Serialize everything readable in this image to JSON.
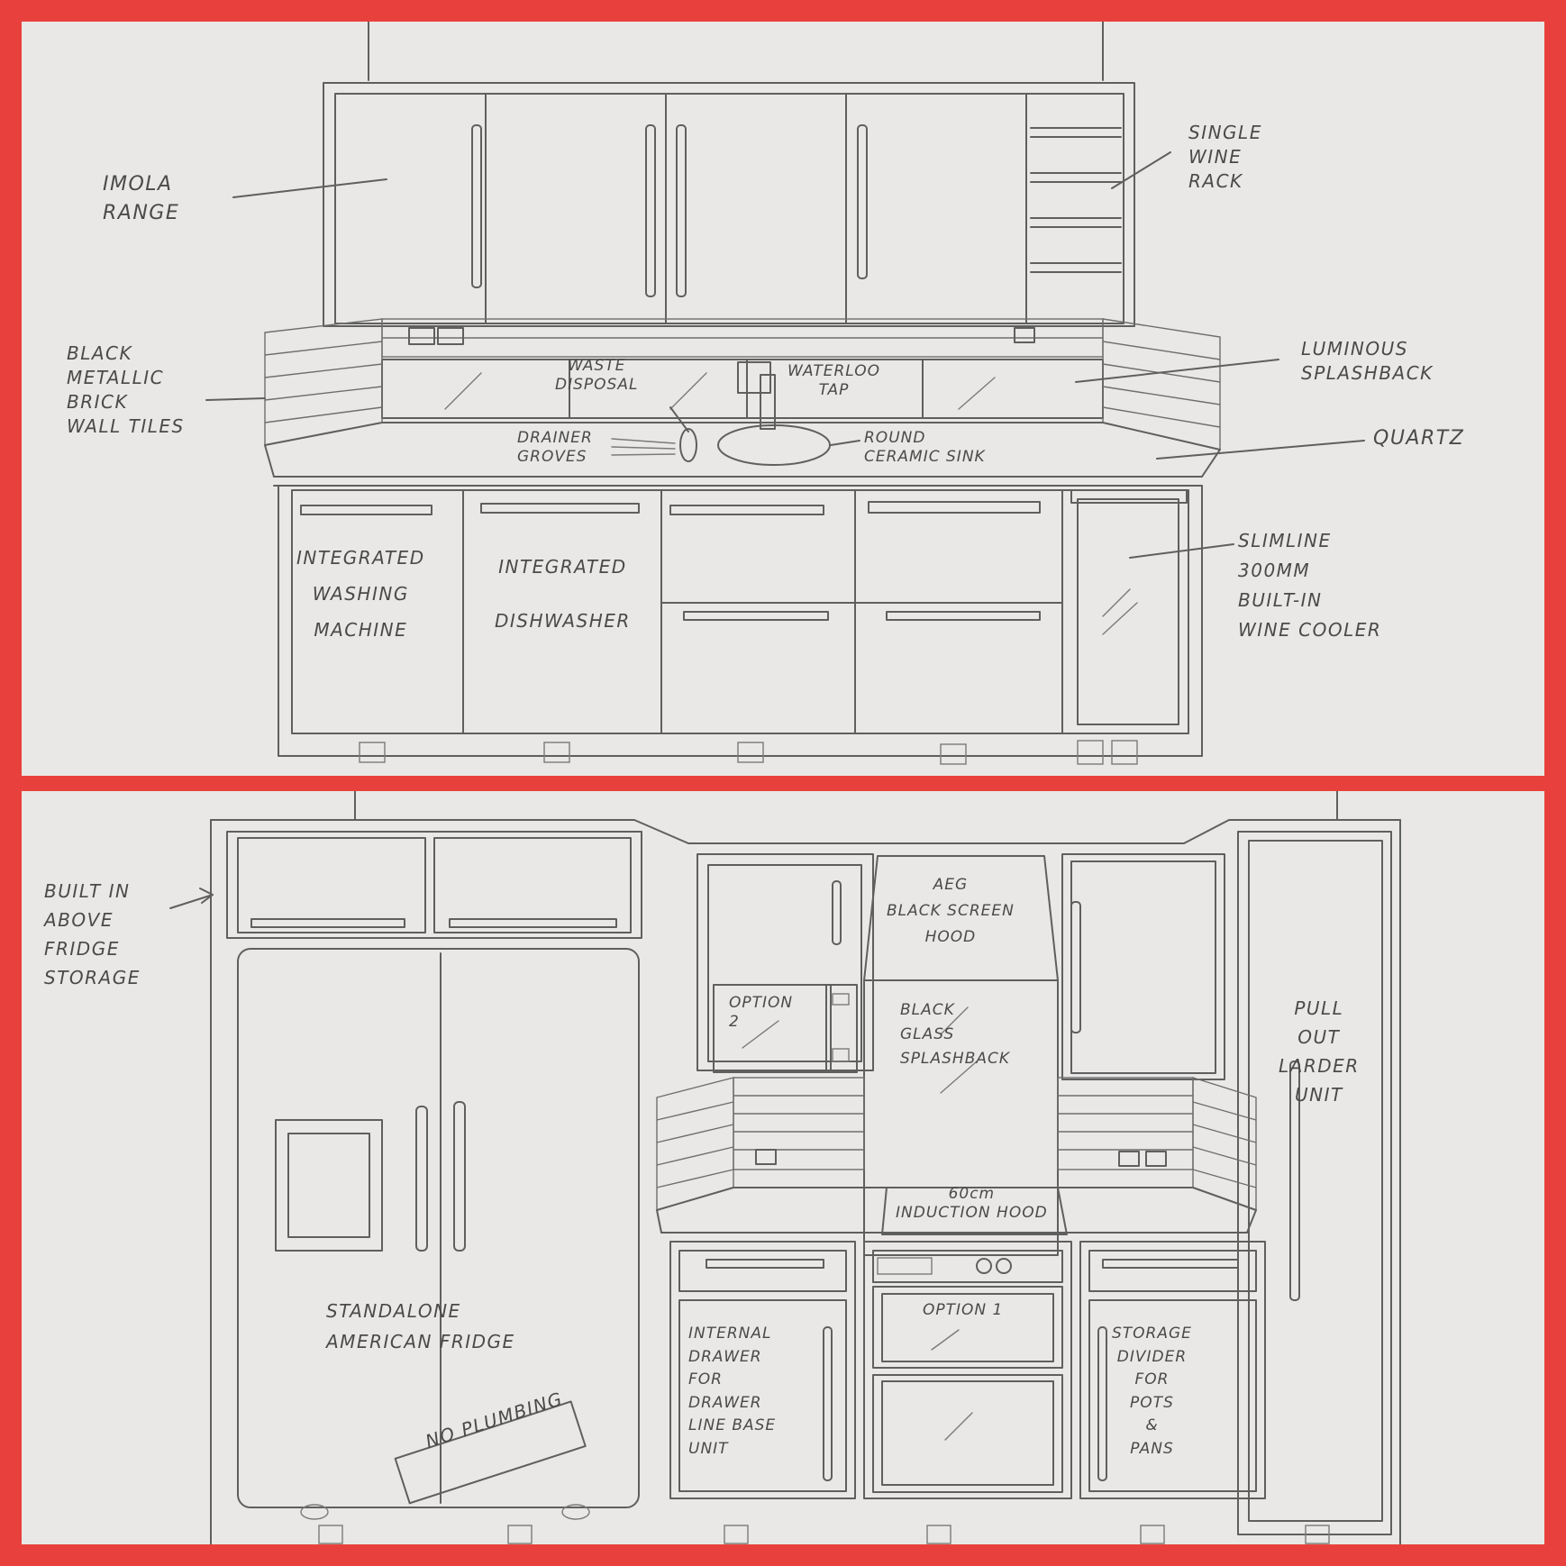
{
  "top_panel": {
    "labels": {
      "imola": "IMOLA\nRANGE",
      "wine_rack": "SINGLE\nWINE\nRACK",
      "brick_tiles": "BLACK\nMETALLIC\nBRICK\nWALL TILES",
      "waste": "WASTE\nDISPOSAL",
      "tap": "WATERLOO\nTAP",
      "luminous": "LUMINOUS\nSPLASHBACK",
      "drainer": "DRAINER\nGROVES",
      "sink": "ROUND\nCERAMIC SINK",
      "quartz": "QUARTZ",
      "washing": "INTEGRATED\nWASHING\nMACHINE",
      "dishwasher": "INTEGRATED\nDISHWASHER",
      "wine_cooler": "SLIMLINE\n300MM\nBUILT-IN\nWINE COOLER"
    }
  },
  "bottom_panel": {
    "labels": {
      "built_in": "BUILT IN\nABOVE\nFRIDGE\nSTORAGE",
      "hood": "AEG\nBLACK SCREEN\nHOOD",
      "option2": "OPTION\n2",
      "glass": "BLACK\nGLASS\nSPLASHBACK",
      "larder": "PULL\nOUT\nLARDER\nUNIT",
      "induction": "60cm\nINDUCTION HOOD",
      "option1": "OPTION 1",
      "fridge": "STANDALONE\nAMERICAN FRIDGE",
      "no_plumbing": "NO PLUMBING",
      "drawer": "INTERNAL\nDRAWER\nFOR\nDRAWER\nLINE BASE\nUNIT",
      "storage": "STORAGE\nDIVIDER\nFOR\nPOTS\n&\nPANS"
    }
  }
}
